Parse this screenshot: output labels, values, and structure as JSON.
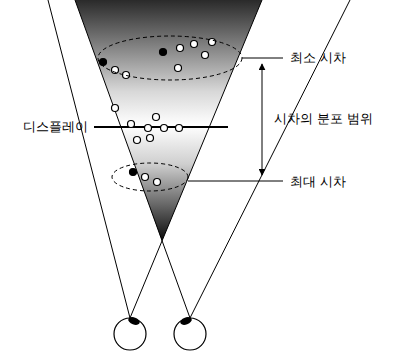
{
  "diagram": {
    "labels": [
      "최소 시차",
      "시차의 분포 범위",
      "디스플레이",
      "최대 시차"
    ]
  }
}
